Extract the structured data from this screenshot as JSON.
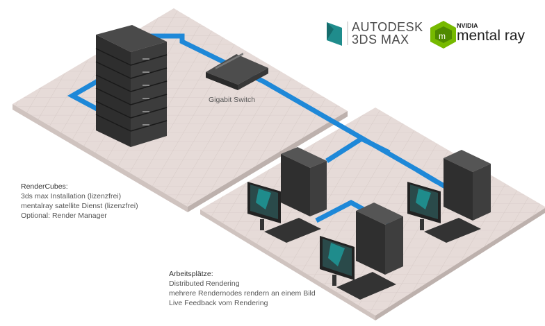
{
  "switch_label": "Gigabit Switch",
  "rendercubes": {
    "heading": "RenderCubes:",
    "lines": [
      "3ds max Installation (lizenzfrei)",
      "mentalray satellite Dienst (lizenzfrei)",
      "Optional: Render Manager"
    ]
  },
  "arbeitsplaetze": {
    "heading": "Arbeitsplätze:",
    "lines": [
      "Distributed Rendering",
      "mehrere Rendernodes rendern an einem Bild",
      "Live Feedback vom Rendering"
    ]
  },
  "logos": {
    "autodesk_line1": "AUTODESK",
    "autodesk_line2": "3DS MAX",
    "nvidia": "NVIDIA",
    "mentalray": "mental ray"
  },
  "colors": {
    "network_cable": "#1e88d8",
    "floor": "#e6dbd8",
    "floor_edge": "#cfc3bf",
    "hardware": "#3a3a3a",
    "autodesk_teal": "#1f8c8c",
    "nvidia_green": "#76b900"
  }
}
